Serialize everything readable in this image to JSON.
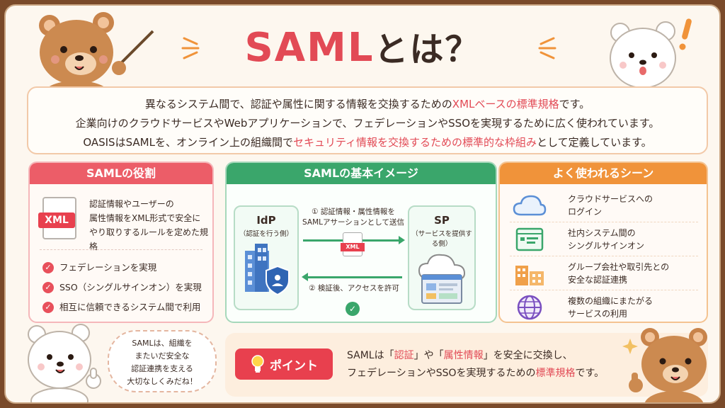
{
  "title": {
    "main": "SAML",
    "suffix": "とは？"
  },
  "intro": {
    "line1_a": "異なるシステム間で、認証や属性に関する情報を交換するための",
    "line1_hl": "XMLベースの標準規格",
    "line1_b": "です。",
    "line2": "企業向けのクラウドサービスやWebアプリケーションで、フェデレーションやSSOを実現するために広く使われています。",
    "line3_a": "OASISはSAMLを、オンライン上の組織間で",
    "line3_hl": "セキュリティ情報を交換するための標準的な枠組み",
    "line3_b": "として定義しています。"
  },
  "role": {
    "heading": "SAMLの役割",
    "xml_tag": "XML",
    "desc_1": "認証情報やユーザーの",
    "desc_2": "属性情報をXML形式で安全に",
    "desc_3": "やり取りするルールを定めた規格",
    "items": [
      "フェデレーションを実現",
      "SSO（シングルサインオン）を実現",
      "相互に信頼できるシステム間で利用"
    ]
  },
  "basic": {
    "heading": "SAMLの基本イメージ",
    "idp_title": "IdP",
    "idp_sub": "（認証を行う側）",
    "sp_title": "SP",
    "sp_sub": "（サービスを提供する側）",
    "step1_a": "① 認証情報・属性情報を",
    "step1_b": "SAMLアサーションとして送信",
    "mini_xml": "XML",
    "step2": "② 検証後、アクセスを許可"
  },
  "scenes": {
    "heading": "よく使われるシーン",
    "items": [
      {
        "l1": "クラウドサービスへの",
        "l2": "ログイン",
        "icon": "cloud-icon"
      },
      {
        "l1": "社内システム間の",
        "l2": "シングルサインオン",
        "icon": "browser-window-icon"
      },
      {
        "l1": "グループ会社や取引先との",
        "l2": "安全な認証連携",
        "icon": "buildings-icon"
      },
      {
        "l1": "複数の組織にまたがる",
        "l2": "サービスの利用",
        "icon": "globe-icon"
      }
    ]
  },
  "bubble": {
    "l1": "SAMLは、組織を",
    "l2": "またいだ安全な",
    "l3": "認証連携を支える",
    "l4": "大切なしくみだね！"
  },
  "point": {
    "label": "ポイント",
    "t1_a": "SAMLは「",
    "t1_hl1": "認証",
    "t1_b": "」や「",
    "t1_hl2": "属性情報",
    "t1_c": "」を安全に交換し、",
    "t2_a": "フェデレーションやSSOを実現するための",
    "t2_hl": "標準規格",
    "t2_b": "です。"
  },
  "colors": {
    "accent_red": "#e24a55",
    "green": "#3aa66b",
    "orange": "#f0933a",
    "brown_frame": "#7a4a2a"
  }
}
